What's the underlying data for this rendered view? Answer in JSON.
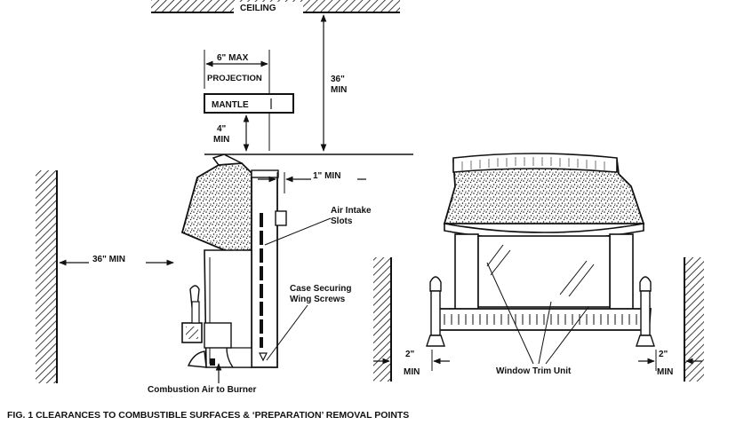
{
  "labels": {
    "ceiling": "CEILING",
    "max6": "6\" MAX",
    "projection": "PROJECTION",
    "mantle": "MANTLE",
    "min4_val": "4\"",
    "min4_unit": "MIN",
    "min36_val": "36\"",
    "min36_unit": "MIN",
    "min1": "1\" MIN",
    "air_intake_1": "Air Intake",
    "air_intake_2": "Slots",
    "side_36": "36\" MIN",
    "case_screws_1": "Case Securing",
    "case_screws_2": "Wing Screws",
    "combustion": "Combustion Air to Burner",
    "left2_val": "2\"",
    "left2_unit": "MIN",
    "right2_val": "2\"",
    "right2_unit": "MIN",
    "window_trim": "Window Trim Unit"
  },
  "caption": "FIG. 1  CLEARANCES TO COMBUSTIBLE SURFACES & ‘PREPARATION’ REMOVAL POINTS",
  "colors": {
    "ink": "#111111",
    "paper": "#ffffff"
  }
}
